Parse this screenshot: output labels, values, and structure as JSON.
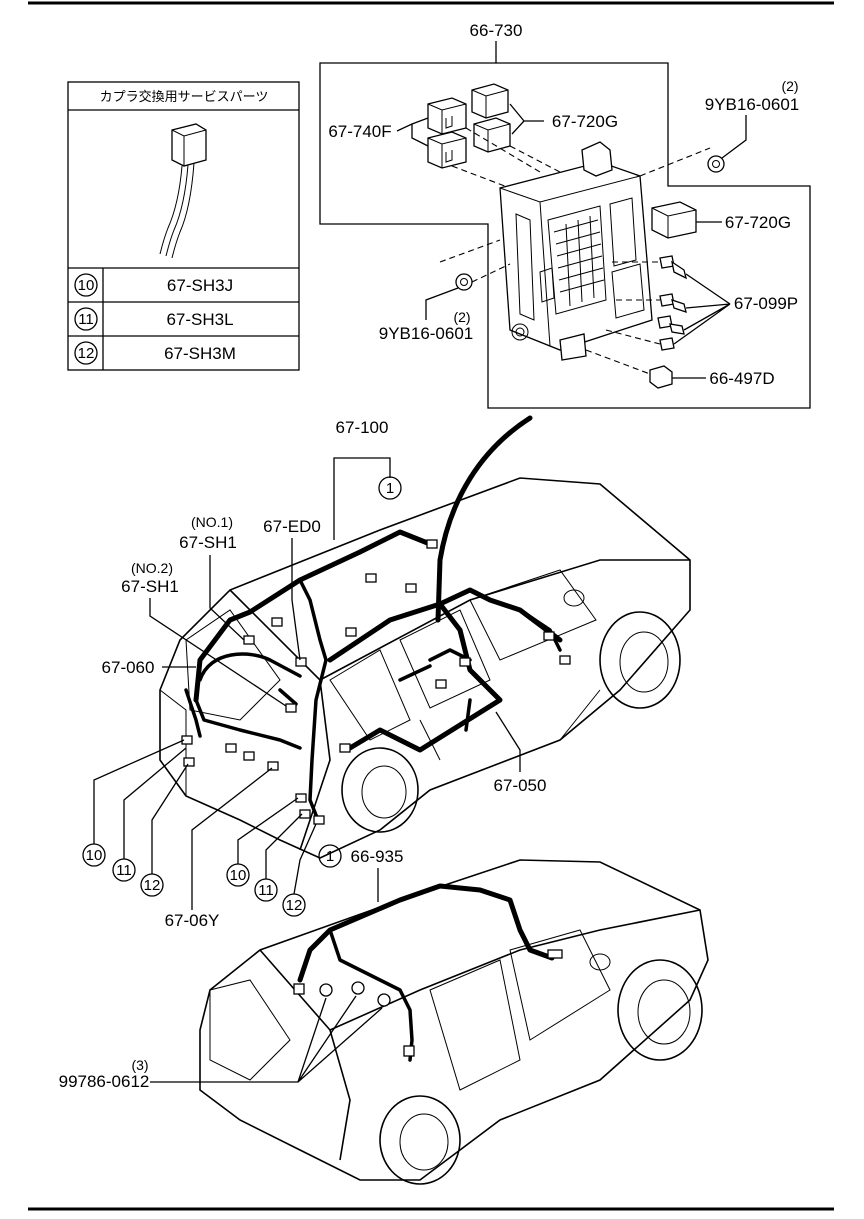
{
  "service_table": {
    "title": "カプラ交換用サービスパーツ",
    "rows": [
      {
        "num": "10",
        "part": "67-SH3J"
      },
      {
        "num": "11",
        "part": "67-SH3L"
      },
      {
        "num": "12",
        "part": "67-SH3M"
      }
    ]
  },
  "junction_box": {
    "label": "66-730",
    "relay_a": "67-740F",
    "relay_b": "67-720G",
    "relay_c": "67-720G",
    "nut_top_qty": "(2)",
    "nut_top": "9YB16-0601",
    "nut_left_qty": "(2)",
    "nut_left": "9YB16-0601",
    "fuses": "67-099P",
    "connector": "66-497D"
  },
  "harness": {
    "main_label": "67-100",
    "main_circle": "1",
    "sh1_no1_tag": "(NO.1)",
    "sh1_no1": "67-SH1",
    "ed0": "67-ED0",
    "sh1_no2_tag": "(NO.2)",
    "sh1_no2": "67-SH1",
    "rear_harness": "67-060",
    "body_harness": "67-050",
    "tail_harness": "67-06Y",
    "callouts_left": [
      "10",
      "11",
      "12"
    ],
    "callouts_right": [
      "10",
      "11",
      "12"
    ]
  },
  "roof": {
    "circle": "1",
    "label": "66-935",
    "screw_qty": "(3)",
    "screw": "99786-0612"
  }
}
